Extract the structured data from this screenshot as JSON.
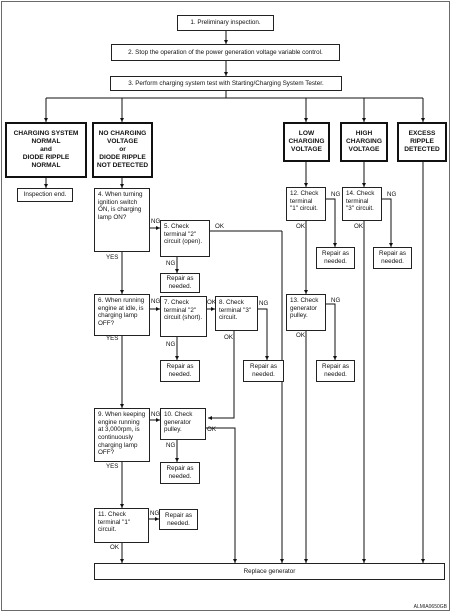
{
  "steps": {
    "s1": "1. Preliminary inspection.",
    "s2": "2. Stop the operation of the power generation voltage variable control.",
    "s3": "3. Perform charging system test with Starting/Charging System Tester.",
    "s4": "4. When turning ignition switch ON, is charging lamp ON?",
    "s5": "5. Check terminal \"2\" circuit (open).",
    "s6": "6. When running engine at idle, is charging lamp OFF?",
    "s7": "7. Check terminal \"2\" circuit (short).",
    "s8": "8. Check terminal \"3\" circuit.",
    "s9": "9. When keeping engine running at 3,000rpm, is continuously charging lamp OFF?",
    "s10": "10. Check generator pulley.",
    "s11": "11. Check terminal \"1\" circuit.",
    "s12": "12. Check terminal \"1\" circuit.",
    "s13": "13. Check generator pulley.",
    "s14": "14. Check terminal \"3\" circuit."
  },
  "results": {
    "normal": "CHARGING SYSTEM\nNORMAL\nand\nDIODE RIPPLE\nNORMAL",
    "no_charge": "NO CHARGING\nVOLTAGE\nor\nDIODE RIPPLE\nNOT DETECTED",
    "low": "LOW\nCHARGING\nVOLTAGE",
    "high": "HIGH\nCHARGING\nVOLTAGE",
    "excess": "EXCESS\nRIPPLE\nDETECTED"
  },
  "outcomes": {
    "end": "Inspection end.",
    "repair": "Repair as\nneeded.",
    "replace": "Replace generator"
  },
  "labels": {
    "ok": "OK",
    "ng": "NG",
    "yes": "YES"
  },
  "figure_code": "ALMIA0650GB"
}
